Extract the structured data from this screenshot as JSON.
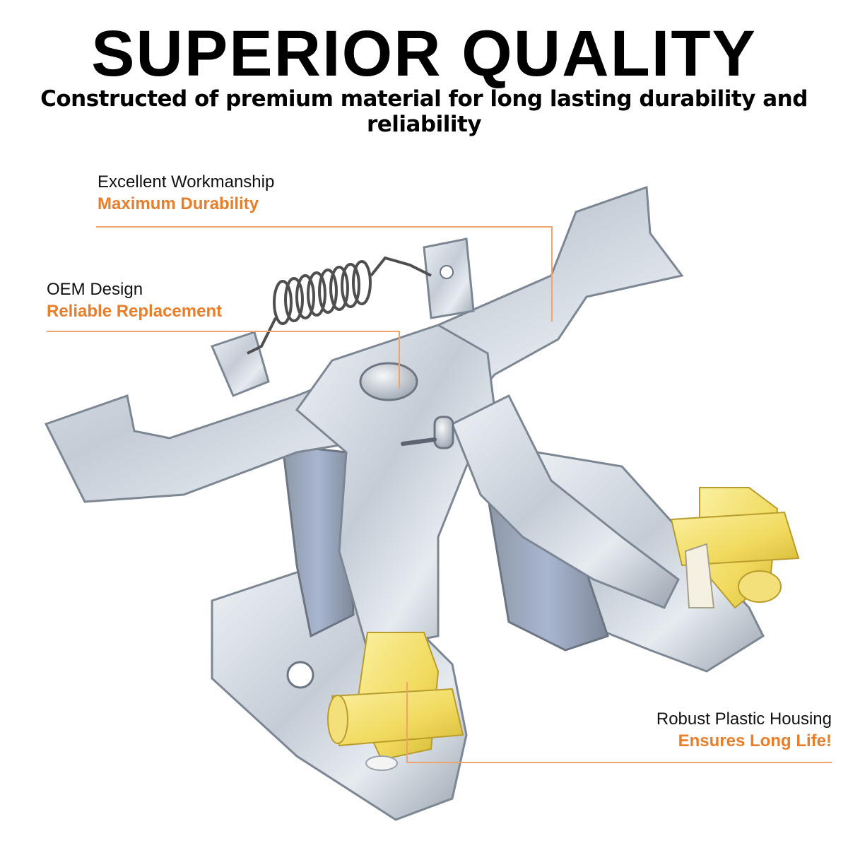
{
  "header": {
    "title": "SUPERIOR QUALITY",
    "subtitle": "Constructed of premium material for long lasting durability and reliability"
  },
  "callouts": [
    {
      "label": "Excellent Workmanship",
      "highlight": "Maximum Durability"
    },
    {
      "label": "OEM Design",
      "highlight": "Reliable Replacement"
    },
    {
      "label": "Robust Plastic Housing",
      "highlight": "Ensures Long Life!"
    }
  ],
  "colors": {
    "accent": "#e87d2a",
    "leader_line": "#f0a36a",
    "metal": "#c9d2dc",
    "plastic": "#f5e27a"
  }
}
